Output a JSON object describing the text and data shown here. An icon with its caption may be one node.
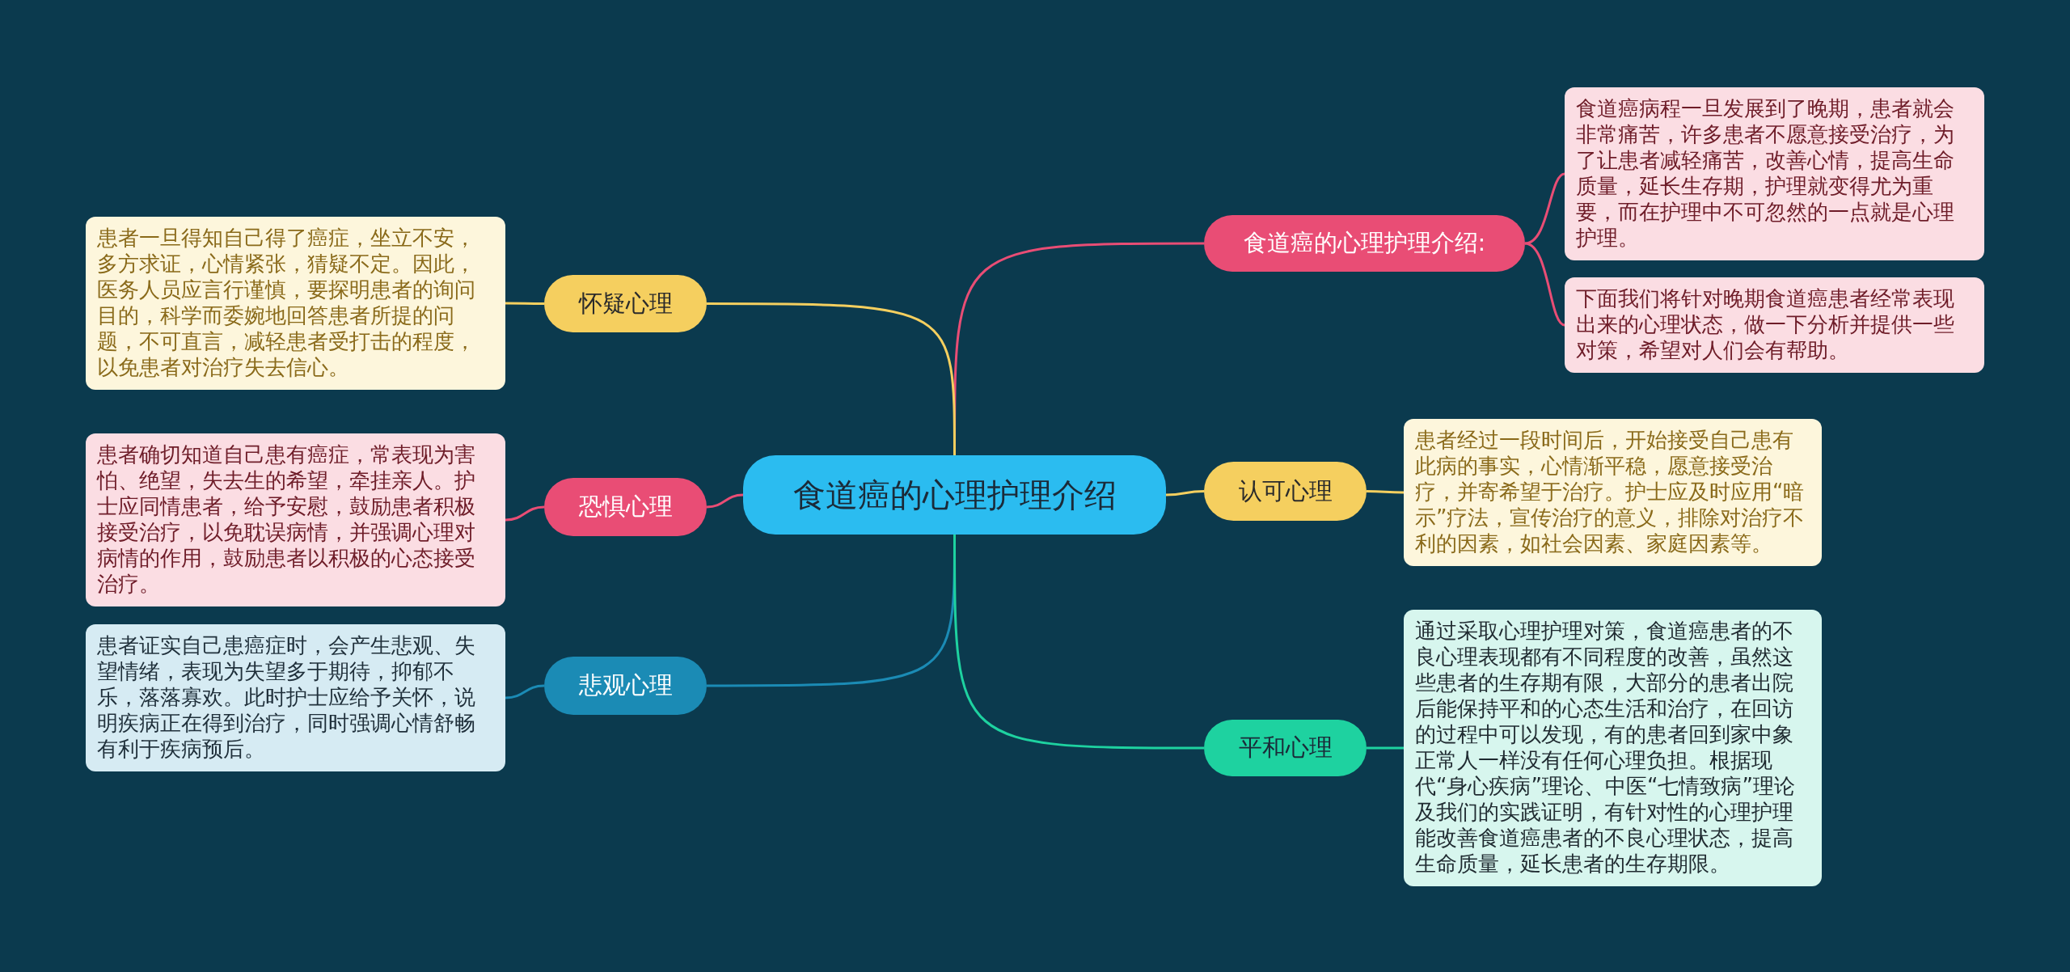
{
  "diagram": {
    "nodes": [
      {
        "text": [
          "食道癌的心理护理介绍"
        ]
      },
      {
        "text": [
          "食道癌的心理护理介绍:"
        ]
      },
      {
        "text": [
          "食道癌病程一旦发展到了晚期，患者就会非常痛苦，许多患者不愿意接受治疗，为了让患者减轻痛苦，改善心情，提高生命质量，延长生存期，护理就变得尤为重要，而在护理中不可忽然的一点就是心理护理。"
        ]
      },
      {
        "text": [
          "下面我们将针对晚期食道癌患者经常表现出来的心理状态，做一下分析并提供一些对策，希望对人们会有帮助。"
        ]
      },
      {
        "text": [
          "怀疑心理"
        ]
      },
      {
        "text": [
          "患者一旦得知自己得了癌症，坐立不安，多方求证，心情紧张，猜疑不定。因此，医务人员应言行谨慎，要探明患者的询问目的，科学而委婉地回答患者所提的问题，不可直言，减轻患者受打击的程度，以免患者对治疗失去信心。"
        ]
      },
      {
        "text": [
          "恐惧心理"
        ]
      },
      {
        "text": [
          "患者确切知道自己患有癌症，常表现为害怕、绝望，失去生的希望，牵挂亲人。护士应同情患者，给予安慰，鼓励患者积极接受治疗，以免耽误病情，并强调心理对病情的作用，鼓励患者以积极的心态接受治疗。"
        ]
      },
      {
        "text": [
          "悲观心理"
        ]
      },
      {
        "text": [
          "患者证实自己患癌症时，会产生悲观、失望情绪，表现为失望多于期待，抑郁不乐，落落寡欢。此时护士应给予关怀，说明疾病正在得到治疗，同时强调心情舒畅有利于疾病预后。"
        ]
      },
      {
        "text": [
          "认可心理"
        ]
      },
      {
        "text": [
          "患者经过一段时间后，开始接受自己患有此病的事实，心情渐平稳，愿意接受治疗，并寄希望于治疗。护士应及时应用“暗示”疗法，宣传治疗的意义，排除对治疗不利的因素，如社会因素、家庭因素等。"
        ]
      },
      {
        "text": [
          "平和心理"
        ]
      },
      {
        "text": [
          "通过采取心理护理对策，食道癌患者的不良心理表现都有不同程度的改善，虽然这些患者的生存期有限，大部分的患者出院后能保持平和的心态生活和治疗，在回访的过程中可以发现，有的患者回到家中象正常人一样没有任何心理负担。根据现代“身心疾病”理论、中医“七情致病”理论及我们的实践证明，有针对性的心理护理能改善食道癌患者的不良心理状态，提高生命质量，延长患者的生存期限。"
        ]
      }
    ],
    "edges": [
      {
        "from": 0,
        "to": 1,
        "arrow": "none",
        "color": "#e94d75"
      },
      {
        "from": 0,
        "to": 4,
        "arrow": "none",
        "color": "#f5cf5f"
      },
      {
        "from": 0,
        "to": 6,
        "arrow": "none",
        "color": "#e94d75"
      },
      {
        "from": 0,
        "to": 8,
        "arrow": "none",
        "color": "#1b8bb5"
      },
      {
        "from": 0,
        "to": 10,
        "arrow": "none",
        "color": "#f5cf5f"
      },
      {
        "from": 0,
        "to": 12,
        "arrow": "none",
        "color": "#1ed2a0"
      },
      {
        "from": 1,
        "to": 2,
        "arrow": "none",
        "color": "#e94d75"
      },
      {
        "from": 1,
        "to": 3,
        "arrow": "none",
        "color": "#e94d75"
      },
      {
        "from": 4,
        "to": 5,
        "arrow": "none",
        "color": "#f5cf5f"
      },
      {
        "from": 6,
        "to": 7,
        "arrow": "none",
        "color": "#e94d75"
      },
      {
        "from": 8,
        "to": 9,
        "arrow": "none",
        "color": "#1b8bb5"
      },
      {
        "from": 10,
        "to": 11,
        "arrow": "none",
        "color": "#f5cf5f"
      },
      {
        "from": 12,
        "to": 13,
        "arrow": "none",
        "color": "#1ed2a0"
      }
    ]
  }
}
